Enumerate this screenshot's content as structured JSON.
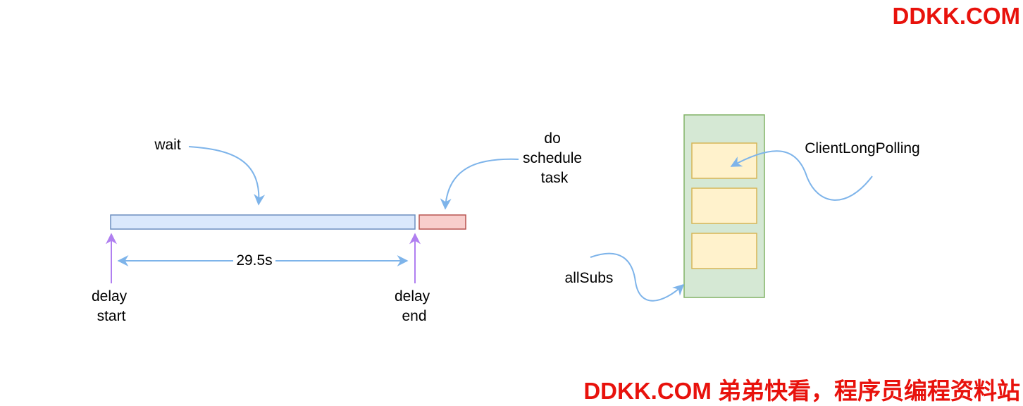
{
  "watermark": {
    "top": "DDKK.COM",
    "bottom": "DDKK.COM 弟弟快看，程序员编程资料站"
  },
  "timeline": {
    "wait_label": "wait",
    "task_label_lines": [
      "do",
      "schedule",
      "task"
    ],
    "duration_label": "29.5s",
    "delay_start_lines": [
      "delay",
      "start"
    ],
    "delay_end_lines": [
      "delay",
      "end"
    ]
  },
  "subscriptions": {
    "client_label": "ClientLongPolling",
    "all_label": "allSubs",
    "slot_count": 3
  },
  "colors": {
    "wait_bar_fill": "#dae8fc",
    "wait_bar_stroke": "#6c8ebf",
    "task_bar_fill": "#f8cecc",
    "task_bar_stroke": "#b85450",
    "container_fill": "#d5e8d4",
    "container_stroke": "#82b366",
    "slot_fill": "#fff2cc",
    "slot_stroke": "#d6b656",
    "connector_blue": "#7eb4ea",
    "marker_purple": "#b07ff0",
    "watermark_red": "#e8120c"
  }
}
